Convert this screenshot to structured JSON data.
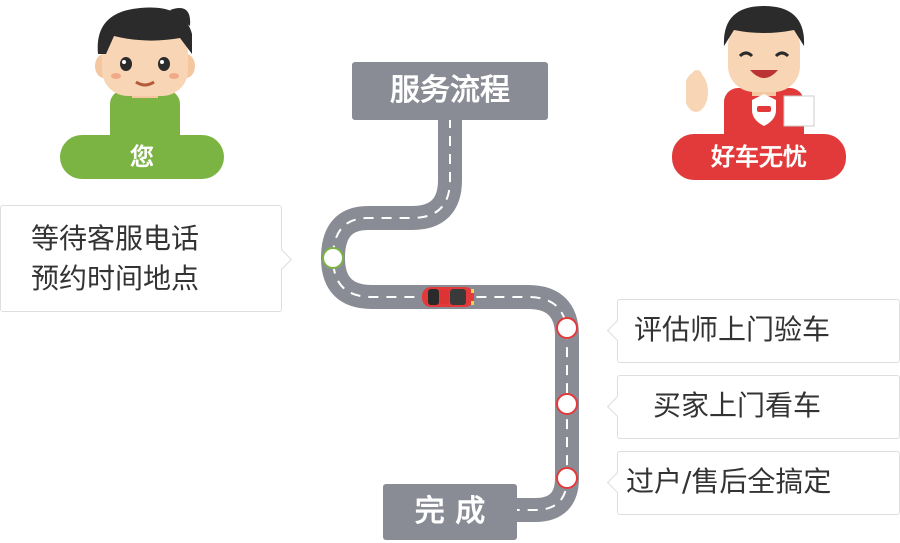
{
  "header": {
    "title": "服务流程"
  },
  "left_party": {
    "label": "您",
    "color": "#7bb443"
  },
  "right_party": {
    "label": "好车无忧",
    "color": "#e23a3a"
  },
  "customer_step": {
    "line1": "等待客服电话",
    "line2": "预约时间地点"
  },
  "steps": [
    {
      "label": "评估师上门验车"
    },
    {
      "label": "买家上门看车"
    },
    {
      "label": "过户/售后全搞定"
    }
  ],
  "end": {
    "label": "完 成"
  },
  "colors": {
    "road": "#8a8c95",
    "marker_green": "#7bb443",
    "marker_red": "#e23a3a"
  }
}
